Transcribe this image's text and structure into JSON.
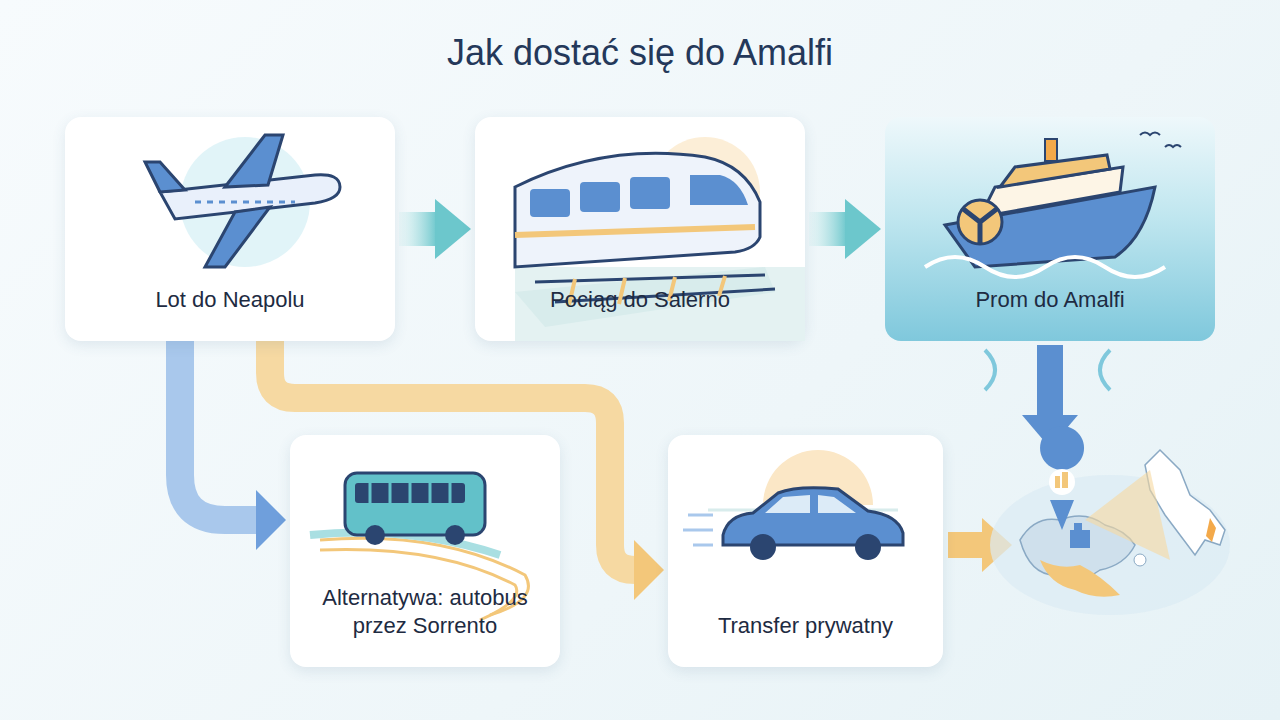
{
  "diagram": {
    "title": "Jak dostać się do Amalfi",
    "nodes": [
      {
        "text": [
          "Lot do Neapolu"
        ]
      },
      {
        "text": [
          "Pociąg do Salerno"
        ]
      },
      {
        "text": [
          "Prom do Amalfi"
        ]
      },
      {
        "text": [
          "Alternatywa: autobus przez Sorrento"
        ]
      },
      {
        "text": [
          "Transfer prywatny"
        ]
      }
    ],
    "edges": [
      {
        "from": 0,
        "to": 1,
        "arrow": "to"
      },
      {
        "from": 1,
        "to": 2,
        "arrow": "to"
      },
      {
        "from": 0,
        "to": 3,
        "arrow": "to"
      },
      {
        "from": 0,
        "to": 4,
        "arrow": "to"
      }
    ]
  }
}
